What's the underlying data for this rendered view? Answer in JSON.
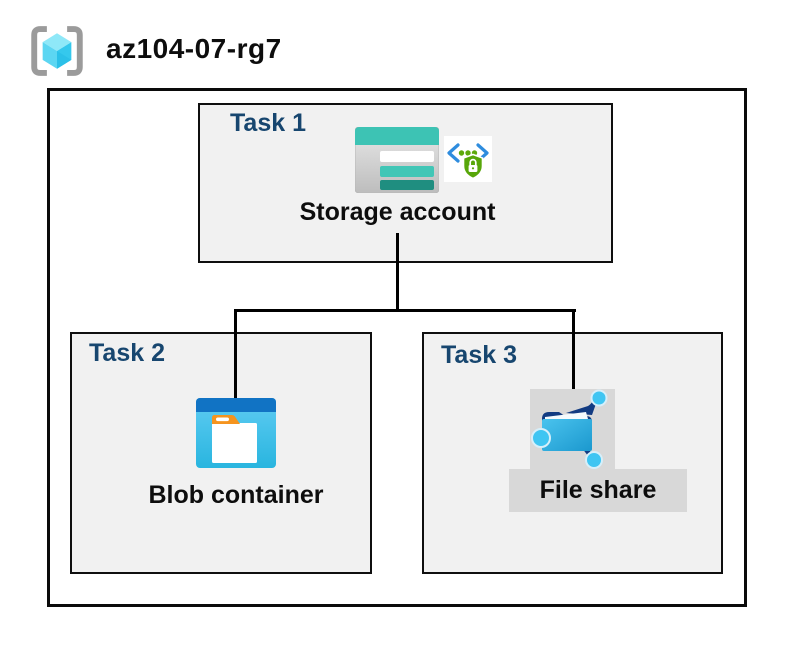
{
  "header": {
    "resource_group_name": "az104-07-rg7"
  },
  "diagram": {
    "task1": {
      "label": "Task 1",
      "resource": "Storage account"
    },
    "task2": {
      "label": "Task 2",
      "resource": "Blob container"
    },
    "task3": {
      "label": "Task 3",
      "resource": "File share"
    }
  },
  "icons": {
    "resource_group": "azure-resource-group-icon",
    "storage_account": "storage-account-icon",
    "secure_access": "sas-secure-access-badge-icon",
    "blob_container": "blob-container-icon",
    "file_share": "file-share-icon"
  },
  "colors": {
    "task_label_navy": "#17466F",
    "box_fill": "#F1F1F1",
    "box_border": "#000000",
    "highlight_gray": "#D8D8D8",
    "storage_teal": "#3DC3B4",
    "storage_teal_light": "#41C6B6",
    "storage_teal_dark": "#1F8E80",
    "blob_band_blue": "#1173C4",
    "blob_body_cyan": "#3FC0E9",
    "folder_tab_orange": "#F5941F",
    "file_share_navy": "#123B82",
    "node_cyan": "#3FC5F2",
    "badge_chevron_blue": "#2E8CDE",
    "badge_green": "#57A609",
    "cube_cyan": "#55D2F1",
    "bracket_gray": "#9B9B9B"
  }
}
